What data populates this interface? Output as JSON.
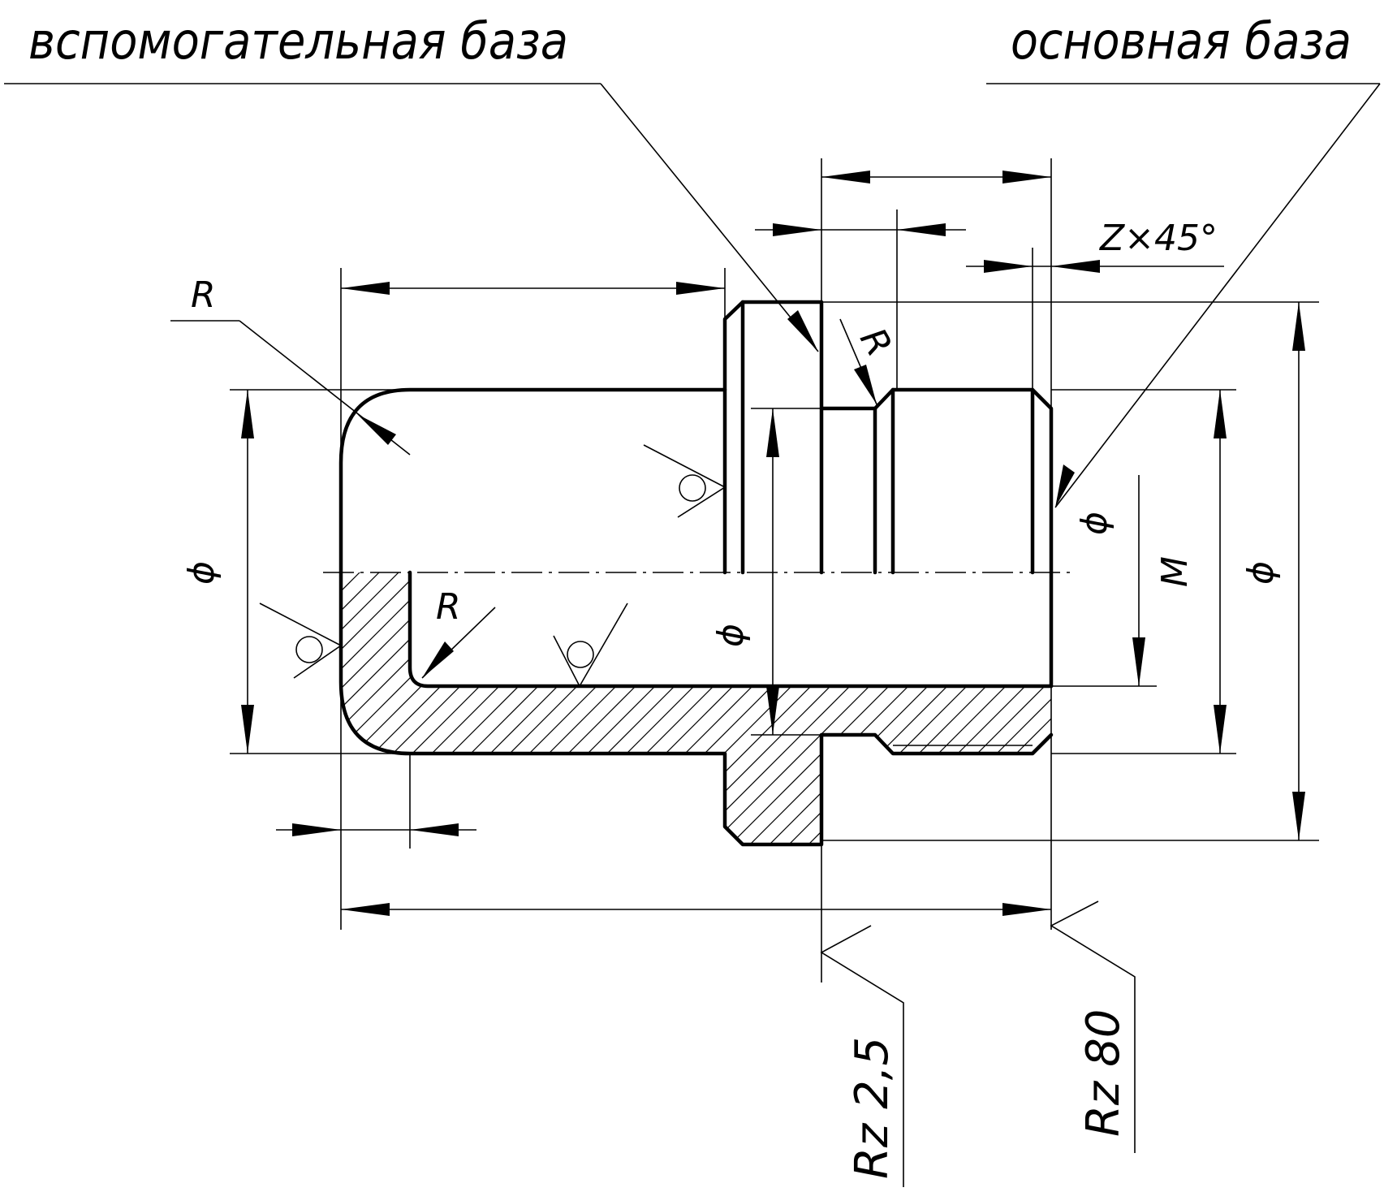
{
  "labels": {
    "aux_base": "вспомогательная база",
    "main_base": "основная база",
    "chamfer": "Z×45°",
    "radius_left": "R",
    "radius_inner": "R",
    "radius_groove": "R",
    "dia_left": "ϕ",
    "dia_bore": "ϕ",
    "dia_shoulder_face": "ϕ",
    "thread": "M",
    "dia_flange": "ϕ",
    "rz_shoulder": "Rz 2,5",
    "rz_end": "Rz 80"
  },
  "colors": {
    "line": "#000000",
    "background": "#ffffff"
  }
}
